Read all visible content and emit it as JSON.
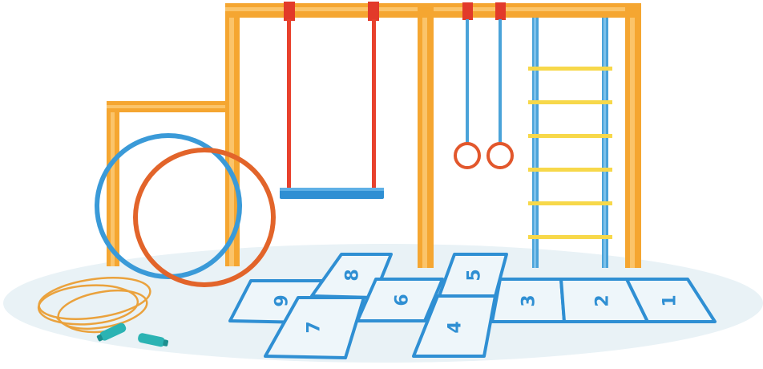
{
  "scene": {
    "colors": {
      "ground": "#e9f2f6",
      "frame": "#f5a631",
      "frame_highlight": "#fbc46a",
      "swing_rope": "#e8412c",
      "swing_cap": "#e23a2a",
      "swing_seat": "#2f8fd3",
      "ring": "#e2572c",
      "ladder_rail": "#4aa3d9",
      "ladder_rung": "#f7d84a",
      "hoop_blue": "#3a9ad8",
      "hoop_orange": "#e2642a",
      "jump_rope": "#eaa23d",
      "jump_rope_handle": "#2bb3b3",
      "hopscotch_line": "#2f8fd3",
      "hopscotch_fill": "#eef6fa"
    },
    "icons": {
      "play_frame": "playground-frame-icon",
      "swing": "swing-icon",
      "gym_rings": "gym-rings-icon",
      "ladder": "climbing-ladder-icon",
      "hoops": "hula-hoop-icon",
      "jump_rope": "jump-rope-icon",
      "hopscotch": "hopscotch-icon"
    },
    "hopscotch": {
      "numbers": [
        "1",
        "2",
        "3",
        "4",
        "5",
        "6",
        "7",
        "8",
        "9"
      ]
    }
  }
}
